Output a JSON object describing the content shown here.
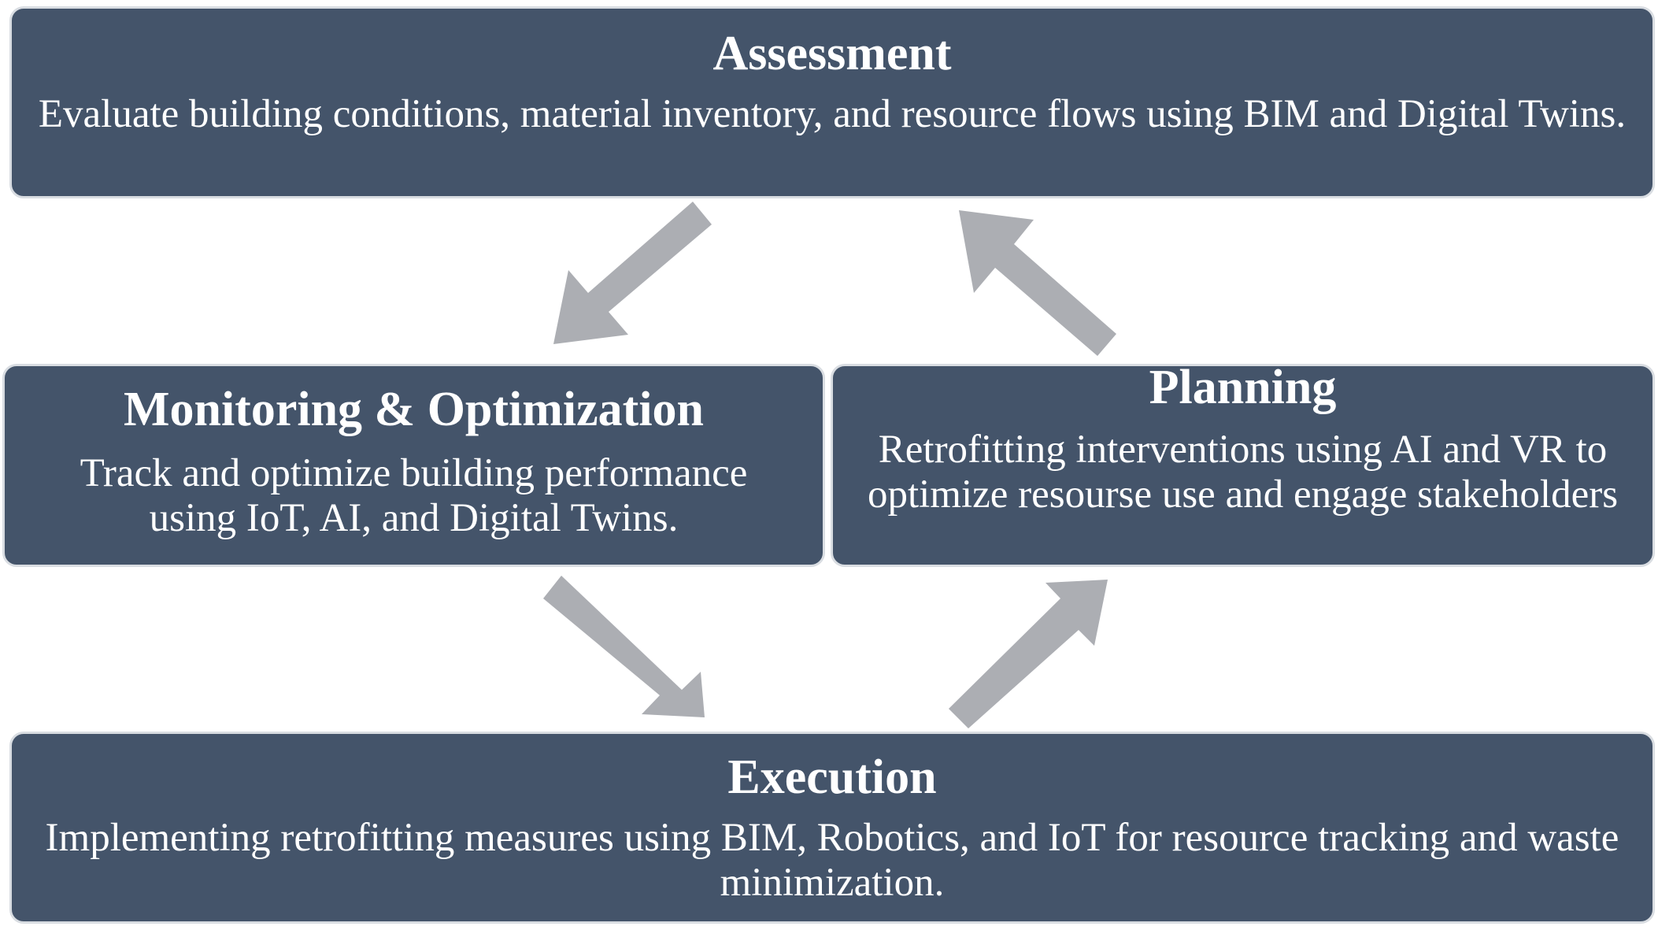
{
  "assessment": {
    "title": "Assessment",
    "description": "Evaluate building conditions, material inventory, and resource flows using BIM and Digital Twins."
  },
  "monitoring": {
    "title": "Monitoring & Optimization",
    "description": "Track and optimize building performance using IoT, AI, and Digital Twins."
  },
  "planning": {
    "title": "Planning",
    "description": "Retrofitting interventions using AI and VR to optimize resourse use and engage stakeholders"
  },
  "execution": {
    "title": "Execution",
    "description": "Implementing retrofitting measures using BIM, Robotics, and IoT for resource tracking and waste minimization."
  },
  "colors": {
    "box_fill": "#44546a",
    "box_border": "#d9dde2",
    "arrow": "#acaeb3",
    "text": "#ffffff"
  }
}
